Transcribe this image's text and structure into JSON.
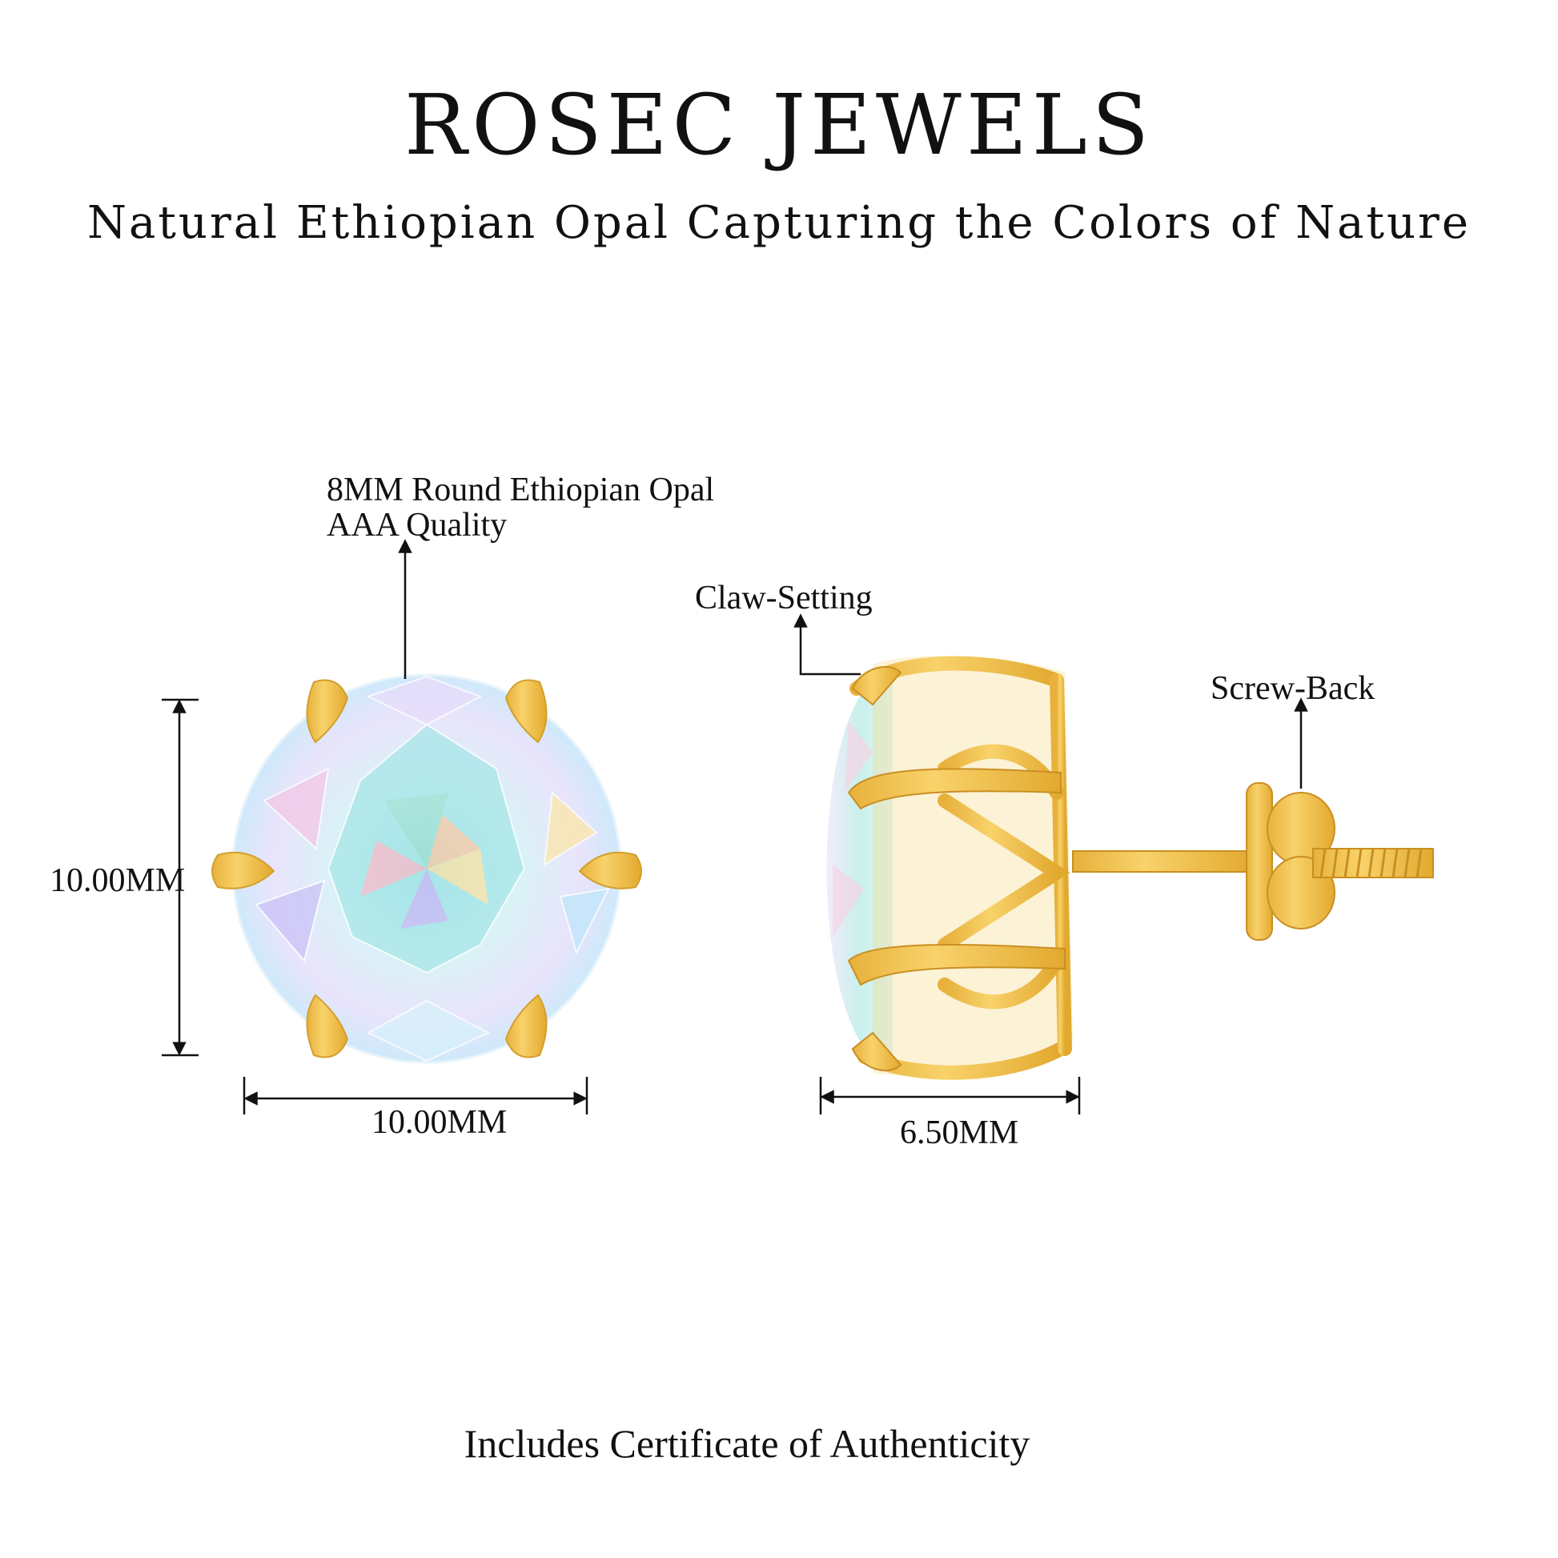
{
  "header": {
    "brand": "ROSEC JEWELS",
    "tagline": "Natural Ethiopian Opal Capturing the Colors of Nature"
  },
  "front_view": {
    "stone_label_line1": "8MM Round Ethiopian Opal",
    "stone_label_line2": "AAA Quality",
    "height_dimension": "10.00MM",
    "width_dimension": "10.00MM"
  },
  "side_view": {
    "setting_label": "Claw-Setting",
    "back_label": "Screw-Back",
    "depth_dimension": "6.50MM"
  },
  "footer": {
    "certificate": "Includes Certificate of Authenticity"
  },
  "colors": {
    "gold": "#f2c94c",
    "gold_shadow": "#d9a62e",
    "opal_base": "#d7f1f5"
  }
}
